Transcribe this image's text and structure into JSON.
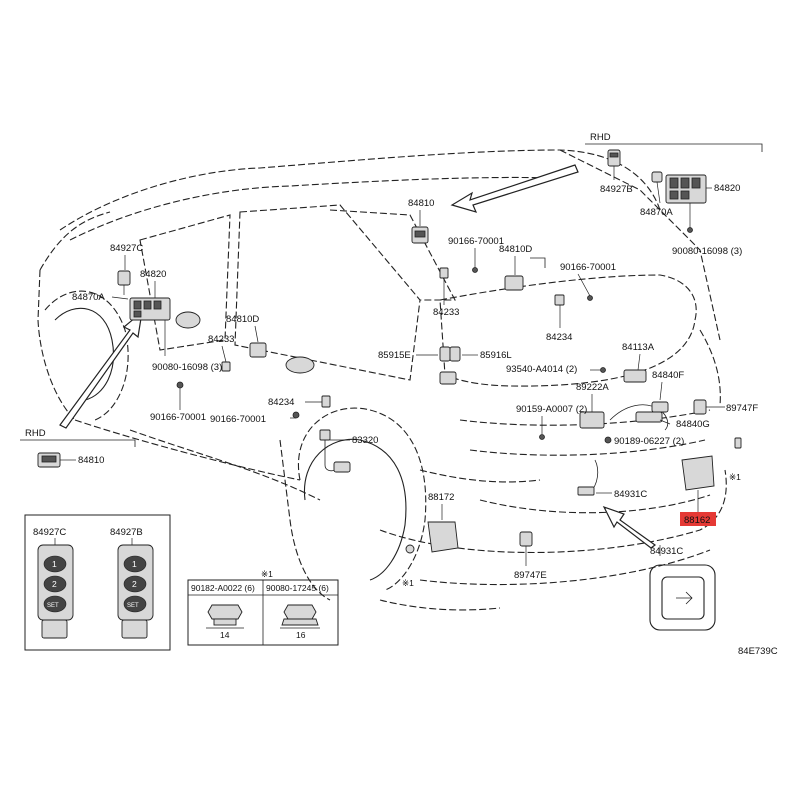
{
  "labels": {
    "rhd_top": "RHD",
    "rhd_left": "RHD",
    "p84927B_top": "84927B",
    "p84870A_top": "84870A",
    "p84820_top": "84820",
    "p90080_top": "90080-16098 (3)",
    "p84810_center": "84810",
    "p90166_a": "90166-70001",
    "p84810D_a": "84810D",
    "p90166_b": "90166-70001",
    "p84233_a": "84233",
    "p84234_a": "84234",
    "p84927C": "84927C",
    "p84820_left": "84820",
    "p84870A_left": "84870A",
    "p84810D_left": "84810D",
    "p84233_left": "84233",
    "p90080_left": "90080-16098 (3)",
    "p90166_left": "90166-70001",
    "p85915E": "85915E",
    "p85916L": "85916L",
    "p84113A": "84113A",
    "p93540": "93540-A4014 (2)",
    "p84840F": "84840F",
    "p89222A": "89222A",
    "p90159": "90159-A0007 (2)",
    "p89747F": "89747F",
    "p84840G": "84840G",
    "p90189": "90189-06227 (2)",
    "p84234_left": "84234",
    "p90166_mid": "90166-70001",
    "p83320": "83320",
    "p84810_left": "84810",
    "p88172": "88172",
    "p84931C_a": "84931C",
    "p88162": "88162",
    "p84931C_b": "84931C",
    "p89747E": "89747E",
    "p84927C_box": "84927C",
    "p84927B_box": "84927B",
    "mark_top": "※1",
    "fastener_a": "90182-A0022 (6)",
    "fastener_b": "90080-17245 (6)",
    "dim_14": "14",
    "dim_16": "16",
    "mark_1": "※1",
    "mark_2": "※1",
    "diagram_code": "84E739C",
    "btn_1": "1",
    "btn_2": "2",
    "btn_set": "SET"
  },
  "colors": {
    "highlight": "#e53935",
    "ink": "#222222"
  }
}
